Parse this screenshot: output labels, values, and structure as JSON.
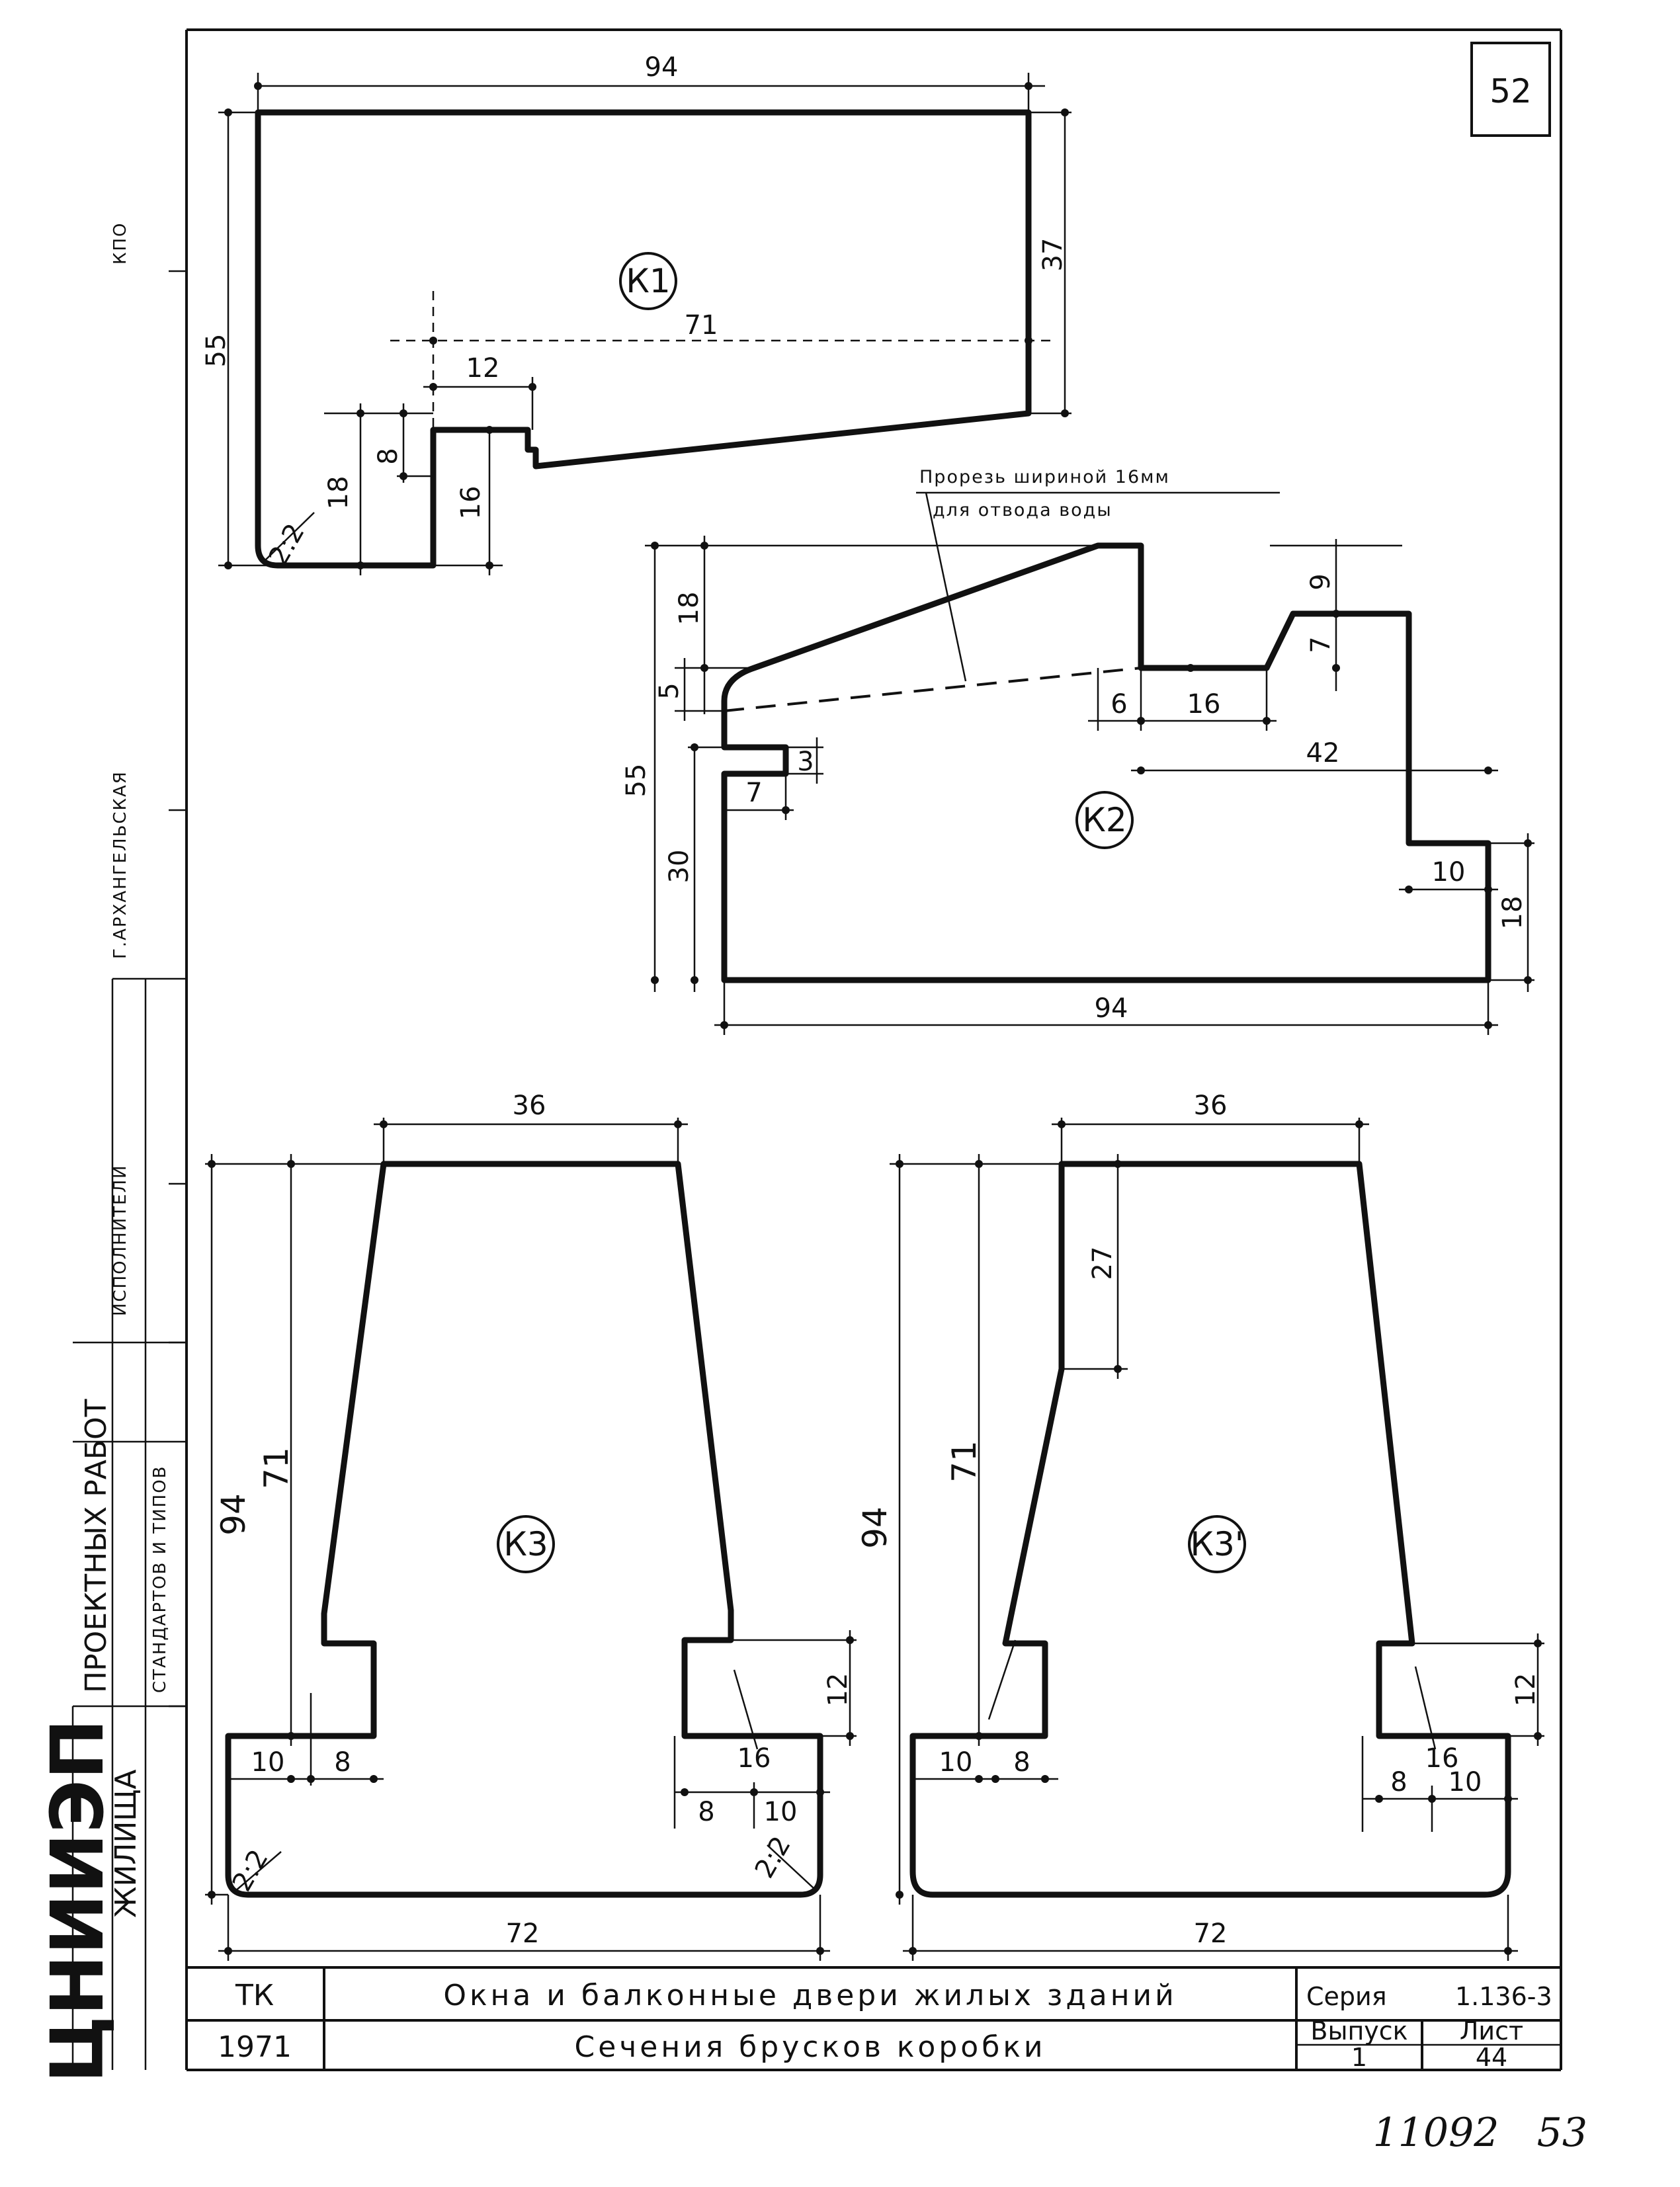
{
  "sheet_number": "52",
  "sidebar": {
    "org_logo": "ЦНИИЭП",
    "org_name": "ЖИЛИЩА",
    "dept": "ПРОЕКТНЫХ РАБОТ",
    "dept2": "СТАНДАРТОВ И ТИПОВ",
    "executor": "ИСПОЛНИТЕЛИ",
    "street": "Г.АРХАНГЕЛЬСКАЯ",
    "abbr": "КПО"
  },
  "sections": {
    "k1": {
      "label": "К1",
      "dims": {
        "width_top": "94",
        "height_left": "55",
        "right": "37",
        "inner": "71",
        "step": "12",
        "slot_h": "8",
        "lower_h": "18",
        "notch_h": "16",
        "radius": "2:2"
      }
    },
    "k2": {
      "label": "К2",
      "note_line1": "Прорезь шириной 16мм",
      "note_line2": "для отвода воды",
      "dims": {
        "height": "55",
        "top": "18",
        "small": "5",
        "lower": "30",
        "notch_w": "7",
        "notch_h": "3",
        "step_w": "6",
        "mid": "16",
        "right_w": "42",
        "rise": "9",
        "rise2": "7",
        "rebate_w": "10",
        "rebate_h": "18",
        "bottom": "94"
      }
    },
    "k3": {
      "label": "К3",
      "dims": {
        "top": "36",
        "height": "94",
        "inner": "71",
        "foot_l": "10",
        "foot_l2": "8",
        "rebate_h": "12",
        "rebate_w": "16",
        "foot_r": "8",
        "foot_r2": "10",
        "radius_l": "2:2",
        "radius_r": "2:2",
        "bottom": "72"
      }
    },
    "k3p": {
      "label": "К3'",
      "dims": {
        "top": "36",
        "height": "94",
        "inner": "71",
        "upper": "27",
        "foot_l": "10",
        "foot_l2": "8",
        "rebate_h": "12",
        "rebate_w": "16",
        "foot_r": "8",
        "foot_r2": "10",
        "bottom": "72"
      }
    }
  },
  "title_block": {
    "code": "ТК",
    "year": "1971",
    "title": "Окна и балконные двери жилых зданий",
    "subtitle": "Сечения брусков коробки",
    "series_label": "Серия",
    "series_value": "1.136-3",
    "issue_label": "Выпуск",
    "issue_value": "1",
    "sheet_label": "Лист",
    "sheet_value": "44"
  },
  "footer_handwritten": "11092   53"
}
